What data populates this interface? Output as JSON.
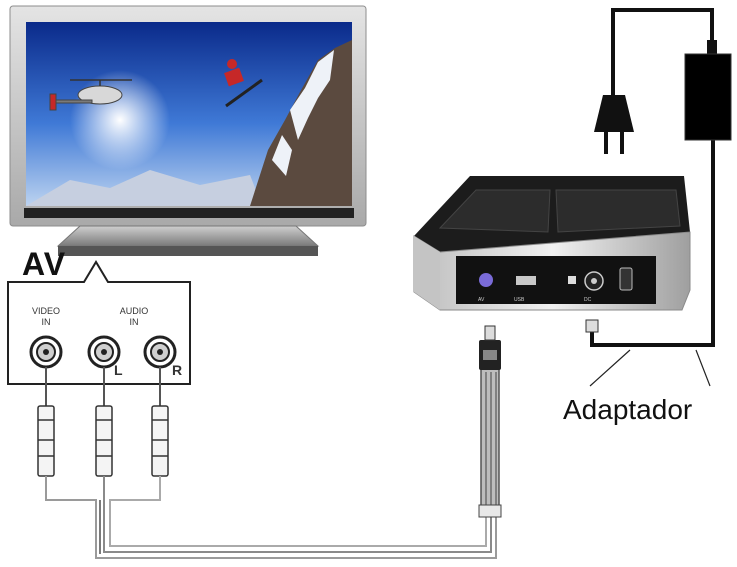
{
  "labels": {
    "av": "AV",
    "video_in": "VIDEO\nIN",
    "audio_in": "AUDIO\nIN",
    "left": "L",
    "right": "R",
    "adapter": "Adaptador"
  },
  "colors": {
    "cable": "#111111",
    "av_cable": "#9a9a9a",
    "tv_frame": "#c9c9c9",
    "device_top": "#1c1c1c",
    "device_side": "#d8d8d8"
  },
  "icons": [
    "tv-icon",
    "plug-icon",
    "power-adapter-icon",
    "media-player-icon",
    "rca-plug-icon"
  ]
}
